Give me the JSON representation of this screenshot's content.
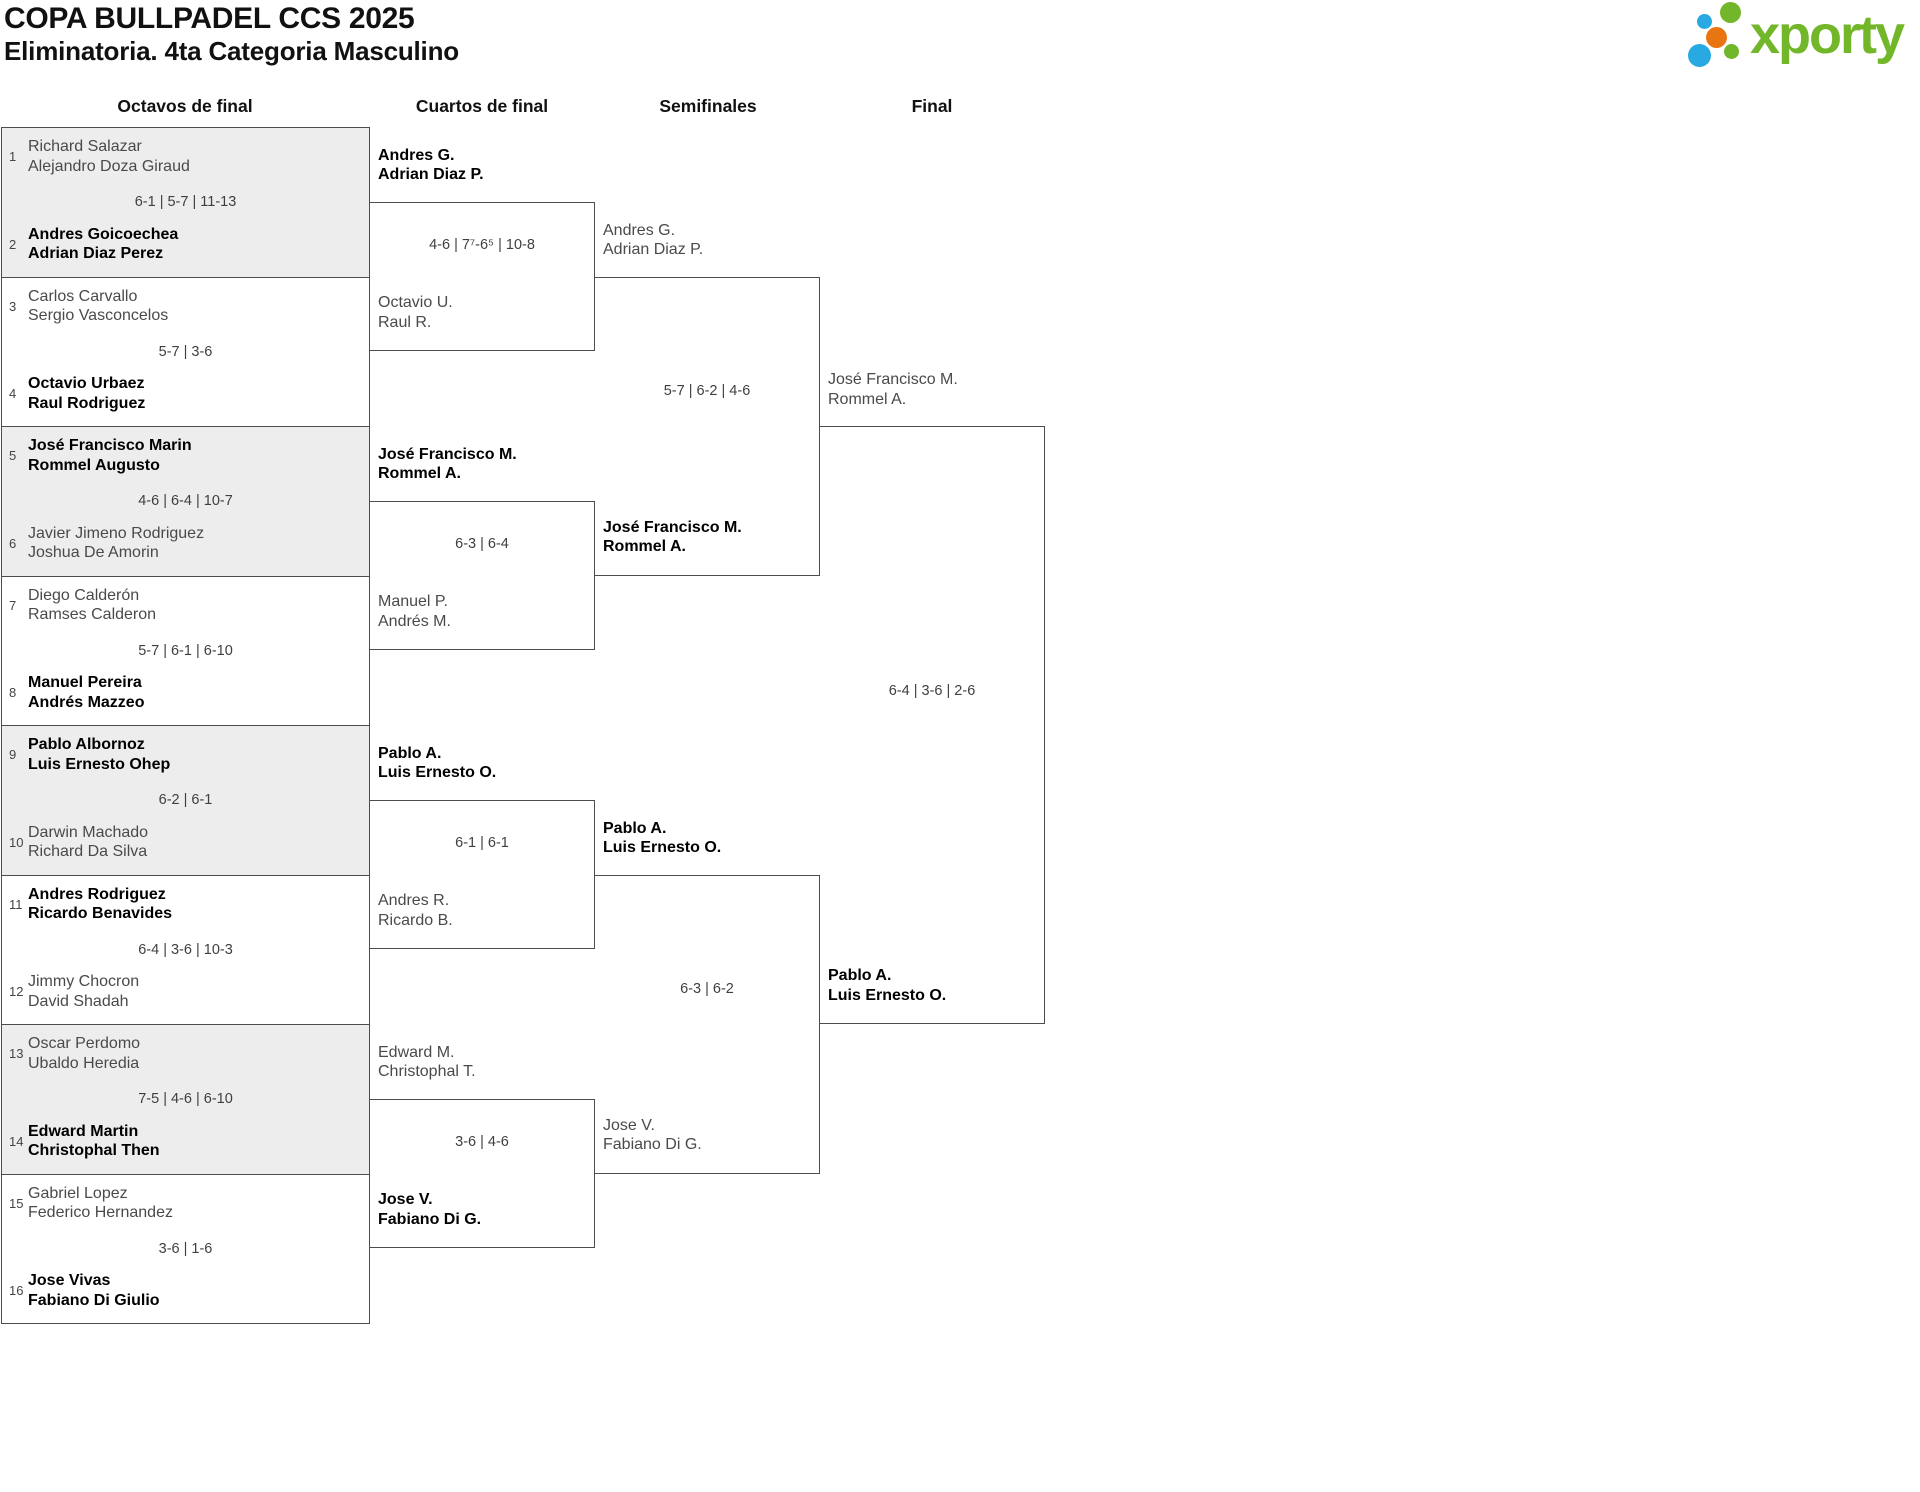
{
  "header": {
    "title": "COPA BULLPADEL CCS 2025",
    "subtitle": "Eliminatoria. 4ta Categoria Masculino"
  },
  "logo": {
    "text": "xporty"
  },
  "rounds": [
    "Octavos de final",
    "Cuartos de final",
    "Semifinales",
    "Final"
  ],
  "octavos": [
    {
      "top": {
        "seed": "1",
        "players": [
          "Richard Salazar",
          "Alejandro Doza Giraud"
        ],
        "winner": false
      },
      "score": "6-1 | 5-7 | 11-13",
      "bottom": {
        "seed": "2",
        "players": [
          "Andres Goicoechea",
          "Adrian Diaz Perez"
        ],
        "winner": true
      }
    },
    {
      "top": {
        "seed": "3",
        "players": [
          "Carlos Carvallo",
          "Sergio Vasconcelos"
        ],
        "winner": false
      },
      "score": "5-7 | 3-6",
      "bottom": {
        "seed": "4",
        "players": [
          "Octavio Urbaez",
          "Raul Rodriguez"
        ],
        "winner": true
      }
    },
    {
      "top": {
        "seed": "5",
        "players": [
          "José Francisco Marin",
          "Rommel Augusto"
        ],
        "winner": true
      },
      "score": "4-6 | 6-4 | 10-7",
      "bottom": {
        "seed": "6",
        "players": [
          "Javier Jimeno Rodriguez",
          "Joshua De Amorin"
        ],
        "winner": false
      }
    },
    {
      "top": {
        "seed": "7",
        "players": [
          "Diego Calderón",
          "Ramses Calderon"
        ],
        "winner": false
      },
      "score": "5-7 | 6-1 | 6-10",
      "bottom": {
        "seed": "8",
        "players": [
          "Manuel Pereira",
          "Andrés Mazzeo"
        ],
        "winner": true
      }
    },
    {
      "top": {
        "seed": "9",
        "players": [
          "Pablo Albornoz",
          "Luis Ernesto Ohep"
        ],
        "winner": true
      },
      "score": "6-2 | 6-1",
      "bottom": {
        "seed": "10",
        "players": [
          "Darwin Machado",
          "Richard Da Silva"
        ],
        "winner": false
      }
    },
    {
      "top": {
        "seed": "11",
        "players": [
          "Andres Rodriguez",
          "Ricardo Benavides"
        ],
        "winner": true
      },
      "score": "6-4 | 3-6 | 10-3",
      "bottom": {
        "seed": "12",
        "players": [
          "Jimmy Chocron",
          "David Shadah"
        ],
        "winner": false
      }
    },
    {
      "top": {
        "seed": "13",
        "players": [
          "Oscar Perdomo",
          "Ubaldo Heredia"
        ],
        "winner": false
      },
      "score": "7-5 | 4-6 | 6-10",
      "bottom": {
        "seed": "14",
        "players": [
          "Edward Martin",
          "Christophal Then"
        ],
        "winner": true
      }
    },
    {
      "top": {
        "seed": "15",
        "players": [
          "Gabriel Lopez",
          "Federico Hernandez"
        ],
        "winner": false
      },
      "score": "3-6 | 1-6",
      "bottom": {
        "seed": "16",
        "players": [
          "Jose Vivas",
          "Fabiano Di Giulio"
        ],
        "winner": true
      }
    }
  ],
  "cuartos": [
    {
      "top": {
        "players": [
          "Andres G.",
          "Adrian Diaz P."
        ],
        "winner": true
      },
      "score": "4-6 | 7⁷-6⁵ | 10-8",
      "bottom": {
        "players": [
          "Octavio U.",
          "Raul R."
        ],
        "winner": false
      }
    },
    {
      "top": {
        "players": [
          "José Francisco M.",
          "Rommel A."
        ],
        "winner": true
      },
      "score": "6-3 | 6-4",
      "bottom": {
        "players": [
          "Manuel P.",
          "Andrés M."
        ],
        "winner": false
      }
    },
    {
      "top": {
        "players": [
          "Pablo A.",
          "Luis Ernesto O."
        ],
        "winner": true
      },
      "score": "6-1 | 6-1",
      "bottom": {
        "players": [
          "Andres R.",
          "Ricardo B."
        ],
        "winner": false
      }
    },
    {
      "top": {
        "players": [
          "Edward M.",
          "Christophal T."
        ],
        "winner": false
      },
      "score": "3-6 | 4-6",
      "bottom": {
        "players": [
          "Jose V.",
          "Fabiano Di G."
        ],
        "winner": true
      }
    }
  ],
  "semifinales": [
    {
      "top": {
        "players": [
          "Andres G.",
          "Adrian Diaz P."
        ],
        "winner": false
      },
      "score": "5-7 | 6-2 | 4-6",
      "bottom": {
        "players": [
          "José Francisco M.",
          "Rommel A."
        ],
        "winner": true
      }
    },
    {
      "top": {
        "players": [
          "Pablo A.",
          "Luis Ernesto O."
        ],
        "winner": true
      },
      "score": "6-3 | 6-2",
      "bottom": {
        "players": [
          "Jose V.",
          "Fabiano Di G."
        ],
        "winner": false
      }
    }
  ],
  "final": {
    "top": {
      "players": [
        "José Francisco M.",
        "Rommel A."
      ],
      "winner": false
    },
    "score": "6-4 | 3-6 | 2-6",
    "bottom": {
      "players": [
        "Pablo A.",
        "Luis Ernesto O."
      ],
      "winner": true
    }
  },
  "colors": {
    "logo_green": "#72b62a",
    "logo_blue": "#29a9e1",
    "logo_orange": "#e87511",
    "line": "#4d4d4d",
    "shaded_row": "#ededed"
  }
}
